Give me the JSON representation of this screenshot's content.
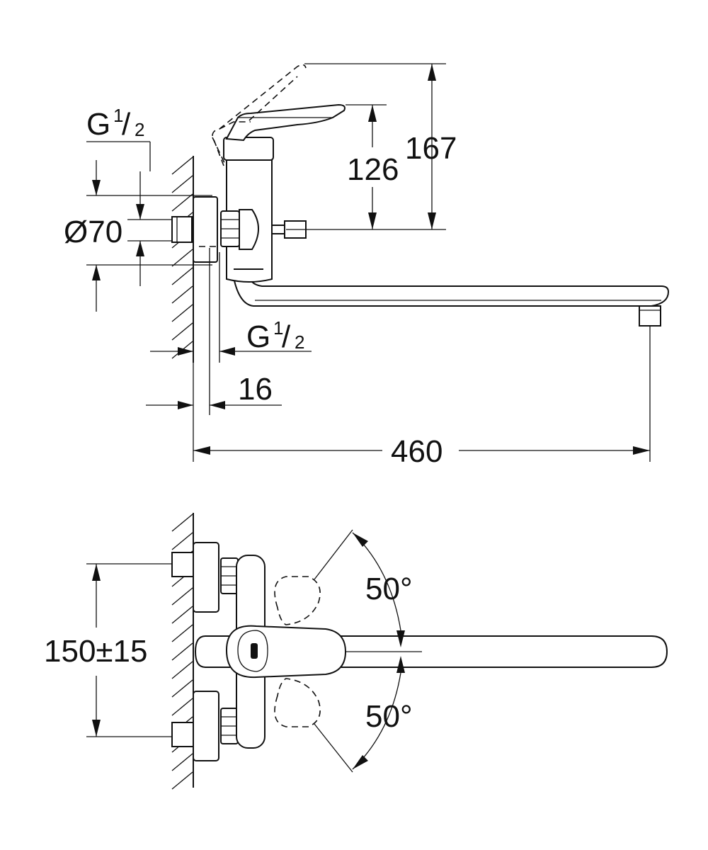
{
  "side_view": {
    "thread_top": {
      "main": "G",
      "sup": "1",
      "sub": "2"
    },
    "diameter": "Ø70",
    "thread_bottom": {
      "main": "G",
      "sup": "1",
      "sub": "2"
    },
    "dim_16": "16",
    "dim_126": "126",
    "dim_167": "167",
    "dim_460": "460"
  },
  "top_view": {
    "spacing": "150±15",
    "angle_upper": "50°",
    "angle_lower": "50°"
  }
}
